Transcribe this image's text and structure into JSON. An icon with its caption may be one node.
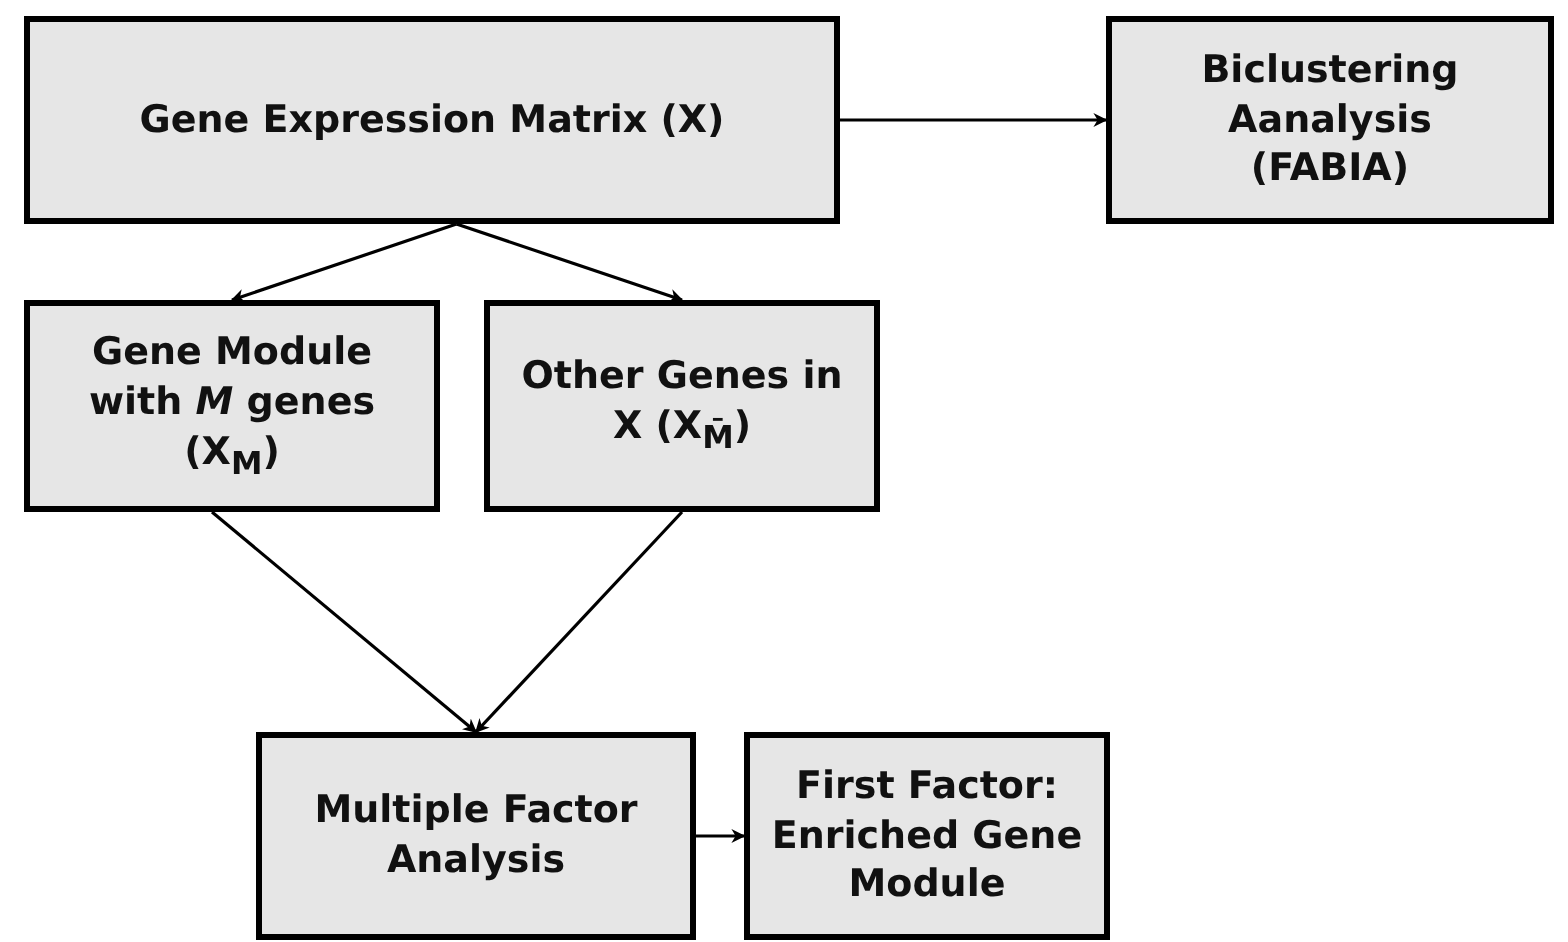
{
  "diagram": {
    "nodes": [
      {
        "text": [
          "Gene Expression Matrix (X)"
        ]
      },
      {
        "text": [
          "Biclustering Aanalysis (FABIA)"
        ]
      },
      {
        "text": [
          "Gene Module with *M* genes (X$_{M}$)"
        ]
      },
      {
        "text": [
          "Other Genes in X (X$_{M̄}$)"
        ]
      },
      {
        "text": [
          "Multiple Factor Analysis"
        ]
      },
      {
        "text": [
          "First Factor: Enriched Gene Module"
        ]
      }
    ],
    "edges": [
      {
        "from": 0,
        "to": 1,
        "arrow": "to"
      },
      {
        "from": 0,
        "to": 2,
        "arrow": "to"
      },
      {
        "from": 0,
        "to": 3,
        "arrow": "to"
      },
      {
        "from": 2,
        "to": 4,
        "arrow": "to"
      },
      {
        "from": 3,
        "to": 4,
        "arrow": "to"
      },
      {
        "from": 4,
        "to": 5,
        "arrow": "to"
      }
    ]
  }
}
